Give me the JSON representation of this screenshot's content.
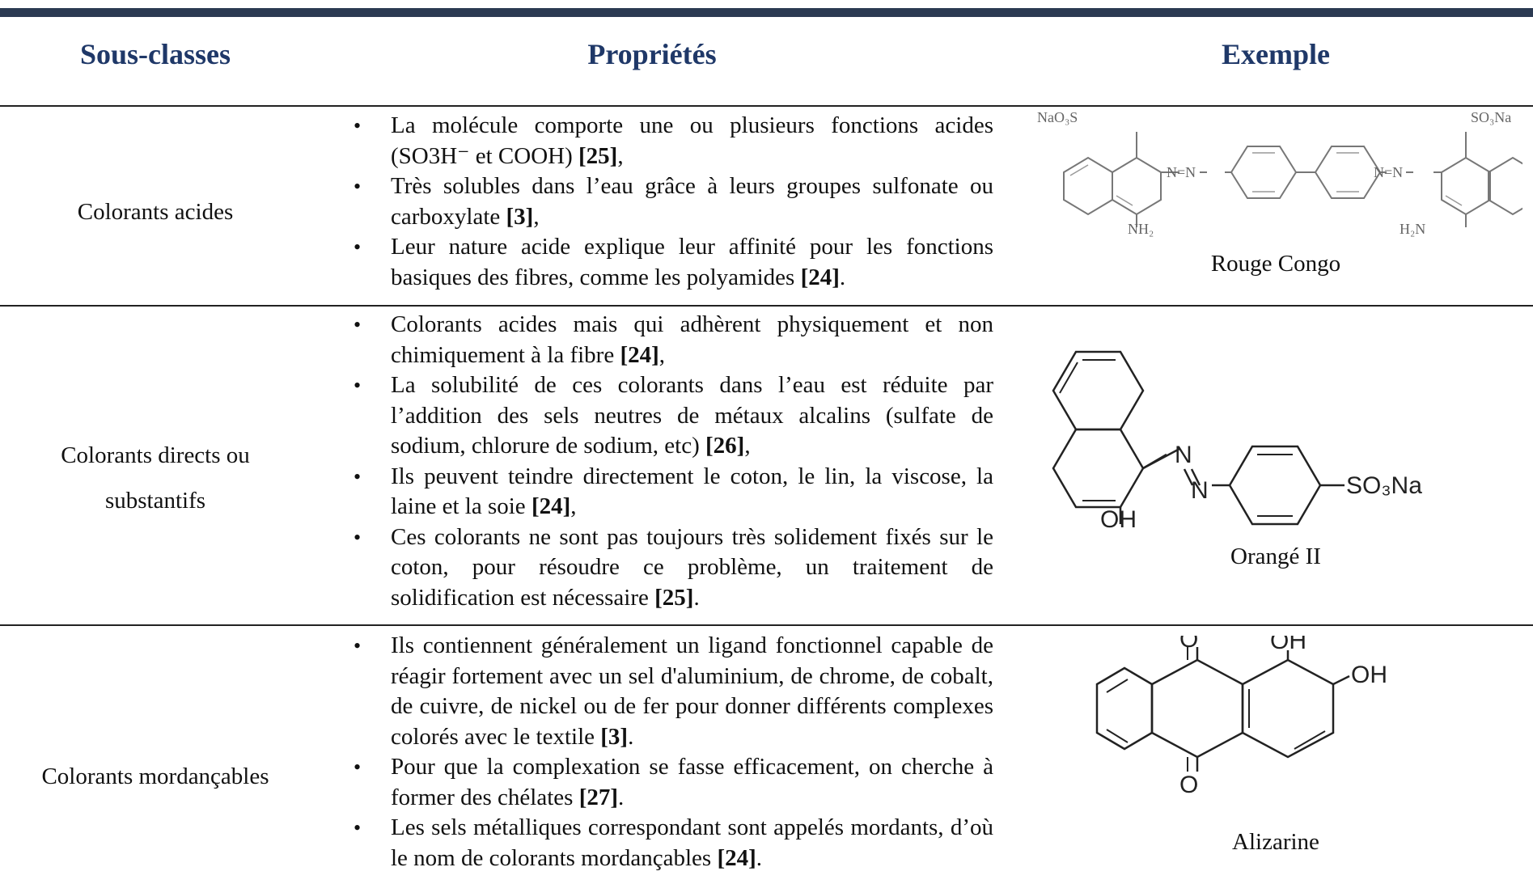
{
  "header": {
    "col1": "Sous-classes",
    "col2": "Propriétés",
    "col3": "Exemple"
  },
  "rows": [
    {
      "subclass": "Colorants acides",
      "properties": [
        {
          "text": "La molécule comporte une ou plusieurs fonctions acides (SO3H⁻ et COOH) ",
          "ref": "[25]",
          "tail": ","
        },
        {
          "text": "Très solubles dans l’eau grâce à leurs groupes sulfonate ou carboxylate ",
          "ref": "[3]",
          "tail": ","
        },
        {
          "text": "Leur nature acide explique leur affinité pour les fonctions basiques des fibres, comme les polyamides ",
          "ref": "[24]",
          "tail": "."
        }
      ],
      "example": "Rouge Congo",
      "structure_labels": {
        "left_group": "NaO₃S",
        "right_group": "SO₃Na",
        "amine_left": "NH₂",
        "amine_right": "H₂N",
        "azo_left": "N=N",
        "azo_right": "N=N"
      }
    },
    {
      "subclass_line1": "Colorants directs ou",
      "subclass_line2": "substantifs",
      "properties": [
        {
          "text": "Colorants acides mais qui adhèrent physiquement et non chimiquement à la fibre ",
          "ref": "[24]",
          "tail": ","
        },
        {
          "text": "La solubilité de ces colorants dans l’eau est réduite par l’addition des sels neutres de métaux alcalins (sulfate de sodium, chlorure de sodium, etc) ",
          "ref": "[26]",
          "tail": ","
        },
        {
          "text": "Ils peuvent teindre directement le coton, le lin, la viscose, la laine et la soie ",
          "ref": "[24]",
          "tail": ","
        },
        {
          "text": "Ces colorants ne sont pas toujours très solidement fixés sur le coton, pour résoudre ce problème, un traitement de solidification est nécessaire ",
          "ref": "[25]",
          "tail": "."
        }
      ],
      "example": "Orangé II",
      "structure_labels": {
        "n1": "N",
        "n2": "N",
        "oh": "OH",
        "so3na": "SO₃Na"
      }
    },
    {
      "subclass": "Colorants mordançables",
      "properties": [
        {
          "text": "Ils contiennent généralement un ligand fonctionnel capable de réagir fortement avec un sel d'aluminium, de chrome, de cobalt, de cuivre, de nickel ou de fer pour donner différents complexes colorés avec le textile ",
          "ref": "[3]",
          "tail": "."
        },
        {
          "text": "Pour que la complexation se fasse efficacement, on cherche à former des chélates ",
          "ref": "[27]",
          "tail": "."
        },
        {
          "text": "Les sels métalliques correspondant sont appelés mordants, d’où le nom de colorants mordançables ",
          "ref": "[24]",
          "tail": "."
        }
      ],
      "example": "Alizarine",
      "structure_labels": {
        "o_top": "O",
        "o_bottom": "O",
        "oh1": "OH",
        "oh2": "OH"
      }
    }
  ]
}
